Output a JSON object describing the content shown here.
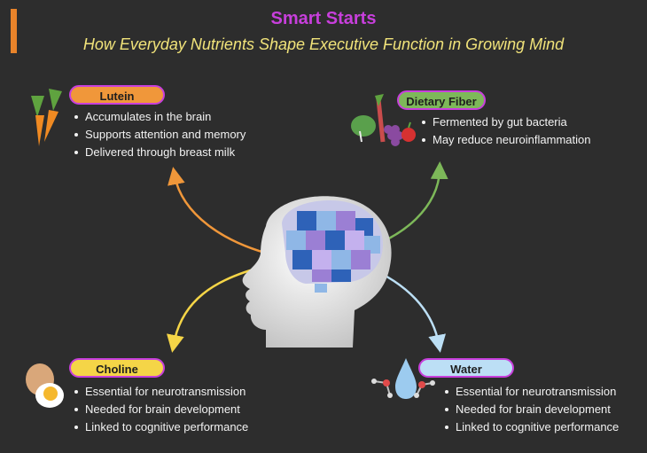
{
  "header": {
    "title": "Smart Starts",
    "subtitle": "How Everyday Nutrients Shape Executive Function in Growing Mind"
  },
  "colors": {
    "title": "#c83fdc",
    "subtitle": "#f1e37a",
    "accent_bar": "#e8832a",
    "lutein": "#f0973a",
    "fiber": "#7db859",
    "choline": "#f5d547",
    "water": "#bcdff5",
    "pill_border": "#c83fdc"
  },
  "nutrients": [
    {
      "id": "lutein",
      "label": "Lutein",
      "icon": "carrot-icon",
      "bullets": [
        "Accumulates in the brain",
        "Supports attention and memory",
        "Delivered through breast milk"
      ]
    },
    {
      "id": "fiber",
      "label": "Dietary Fiber",
      "icon": "vegetables-fruit-icon",
      "bullets": [
        "Fermented by gut bacteria",
        "May reduce neuroinflammation"
      ]
    },
    {
      "id": "choline",
      "label": "Choline",
      "icon": "egg-icon",
      "bullets": [
        "Essential for neurotransmission",
        "Needed for brain development",
        "Linked to cognitive performance"
      ]
    },
    {
      "id": "water",
      "label": "Water",
      "icon": "water-drop-icon",
      "bullets": [
        "Essential for neurotransmission",
        "Needed for brain development",
        "Linked to cognitive performance"
      ]
    }
  ],
  "center_icon": "child-head-puzzle-brain-icon"
}
